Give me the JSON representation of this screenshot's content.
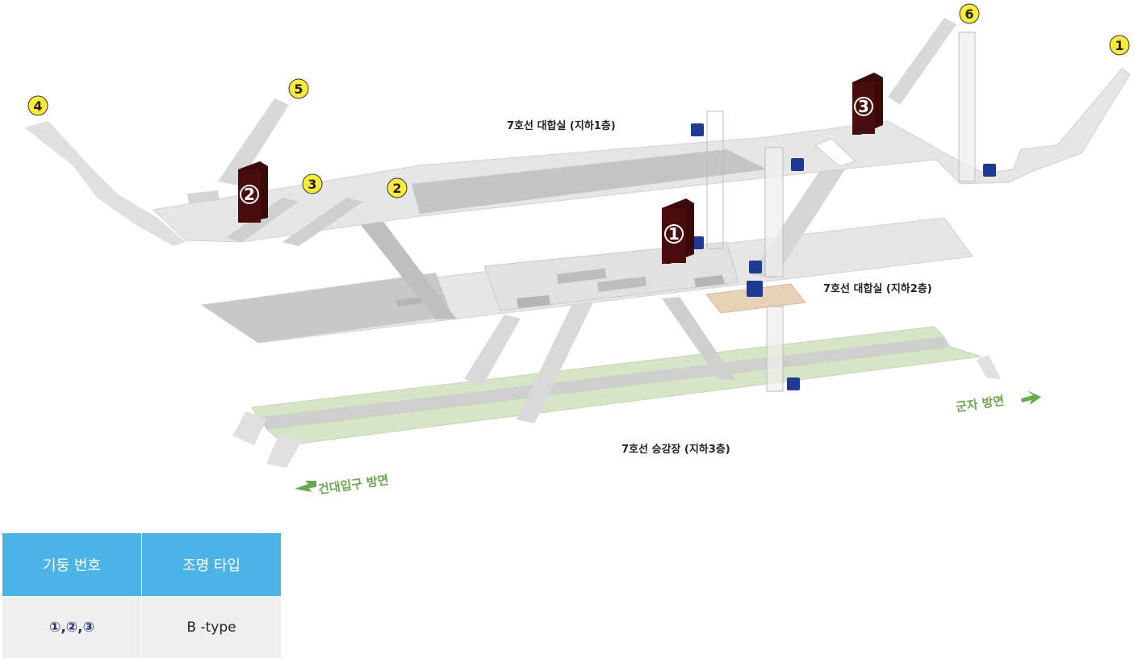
{
  "levels": {
    "b1": "7호선 대합실 (지하1층)",
    "b2": "7호선 대합실 (지하2층)",
    "b3": "7호선 승강장 (지하3층)"
  },
  "directions": {
    "right": "군자 방면",
    "left": "건대입구 방면"
  },
  "exits": [
    "①",
    "②",
    "③",
    "④",
    "⑤",
    "⑥"
  ],
  "exit_digits": [
    "1",
    "2",
    "3",
    "4",
    "5",
    "6"
  ],
  "pillars": [
    "1",
    "2",
    "3"
  ],
  "legend": {
    "headers": [
      "기둥 번호",
      "조명 타입"
    ],
    "rows": [
      [
        "①,②,③",
        "B -type"
      ]
    ]
  },
  "colors": {
    "floor": "#e6e6e6",
    "floor_dark": "#c8c8c8",
    "platform": "#d6e5c7",
    "pillar": "#4a0d0d",
    "exit_badge": "#ffeb3b",
    "toilet_area": "#e8d2b6",
    "direction": "#6aa84f",
    "legend_header": "#4cb3e6"
  }
}
